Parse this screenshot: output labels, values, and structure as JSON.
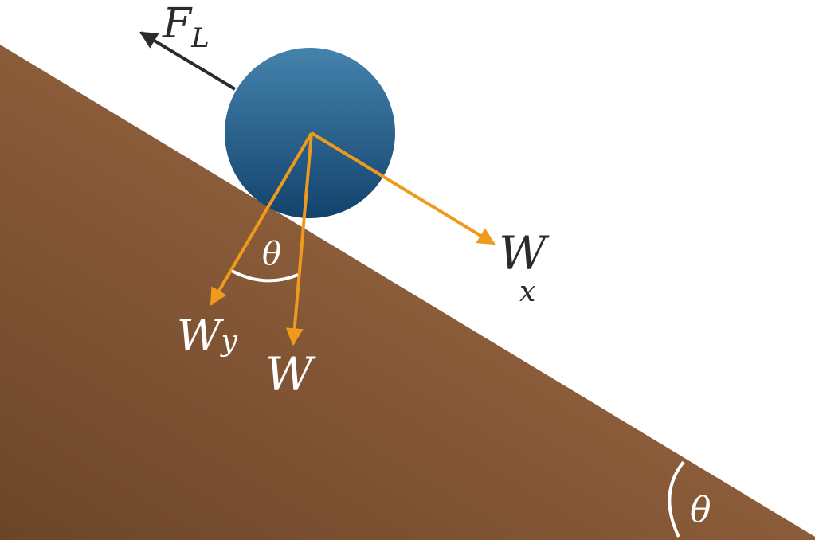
{
  "colors": {
    "ground_light": "#8d5e3b",
    "ground_dark": "#6c4529",
    "ball_light": "#4483ac",
    "ball_dark": "#13436d",
    "vector": "#ef9a1c",
    "friction_vector": "#2b2b2b",
    "label_on_white": "#2b2b2b",
    "label_on_ground": "#ffffff"
  },
  "labels": {
    "friction_force": {
      "main": "F",
      "sub": "L"
    },
    "weight_parallel": {
      "main": "W",
      "sub": "x"
    },
    "weight_perpendicular": {
      "main": "W",
      "sub": "y"
    },
    "weight": "W",
    "angle_between_vectors": "θ",
    "incline_angle": "θ"
  }
}
